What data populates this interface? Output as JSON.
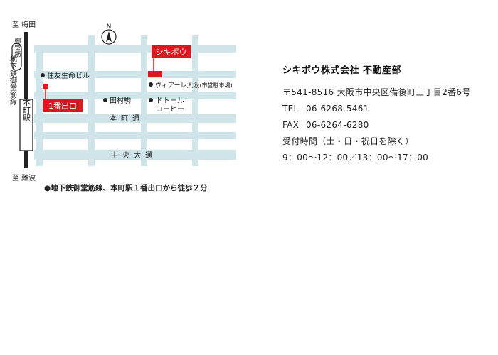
{
  "map": {
    "north_label": "N",
    "north_top_label": "至 梅田",
    "south_bottom_label": "至 難波",
    "line_badge_label": "御堂筋",
    "subway_label": "地下鉄御堂筋線",
    "station_label": "本町駅",
    "target_label": "シキボウ",
    "exit_label": "1番出口",
    "landmarks": [
      {
        "name": "住友生命ビル"
      },
      {
        "name": "田村駒"
      },
      {
        "name": "ヴィアーレ大阪",
        "note": "(市営駐車場)"
      },
      {
        "name": "ドトール",
        "name2": "コーヒー"
      }
    ],
    "streets": {
      "honmachi": "本町通",
      "chuo": "中央大通"
    },
    "directions": "●地下鉄御堂筋線、本町駅１番出口から徒歩２分",
    "colors": {
      "road": "#cfe5ea",
      "accent": "#d8191f",
      "dark": "#222222"
    }
  },
  "company": {
    "name": "シキボウ株式会社 不動産部",
    "address": "〒541-8516 大阪市中央区備後町三丁目2番6号",
    "tel_label": "TEL",
    "tel": "06-6268-5461",
    "fax_label": "FAX",
    "fax": "06-6264-6280",
    "hours_title": "受付時間（土・日・祝日を除く）",
    "hours": "9：00〜12：00／13：00〜17：00"
  }
}
